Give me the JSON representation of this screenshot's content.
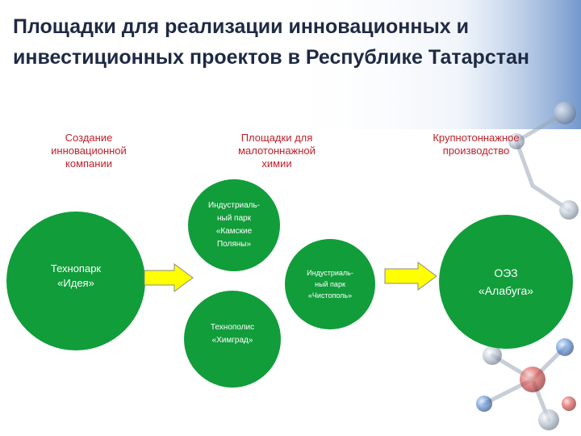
{
  "title": "Площадки для реализации инновационных и инвестиционных проектов в Республике Татарстан",
  "columns": {
    "col1": "Создание\nинновационной\nкомпании",
    "col2": "Площадки для\nмалотоннажной\nхимии",
    "col3": "Крупнотоннажное\nпроизводство"
  },
  "circles": {
    "technopark": "Технопарк\n«Идея»",
    "kamskie": "Индустриаль-\nный парк\n«Камские\nПоляны»",
    "chistopol": "Индустриаль-\nный парк\n«Чистополь»",
    "himgrad": "Технополис\n«Химград»",
    "alabuga": "ОЭЗ\n«Алабуга»"
  },
  "colors": {
    "circle_green": "#119d3a",
    "caption_red": "#c0202a",
    "arrow_yellow": "#ffff00",
    "title_navy": "#1f2a44"
  }
}
